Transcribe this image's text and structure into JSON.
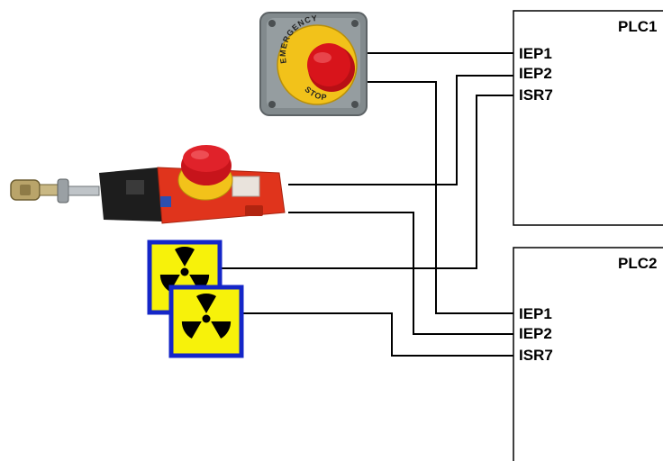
{
  "plcs": [
    {
      "name": "PLC1",
      "ports": [
        "IEP1",
        "IEP2",
        "ISR7"
      ]
    },
    {
      "name": "PLC2",
      "ports": [
        "IEP1",
        "IEP2",
        "ISR7"
      ]
    }
  ],
  "devices": {
    "emergency_stop": {
      "label_top": "EMERGENCY",
      "label_bottom": "STOP"
    },
    "rope_pull_switch": {},
    "radiation_sign_1": {},
    "radiation_sign_2": {}
  },
  "colors": {
    "wire": "#000000",
    "estop_body": "#808789",
    "estop_ring": "#f2c21a",
    "estop_button": "#d8141b",
    "rope_switch_body": "#e0341c",
    "radiation_background": "#f7f20a",
    "radiation_border": "#1426c8"
  }
}
